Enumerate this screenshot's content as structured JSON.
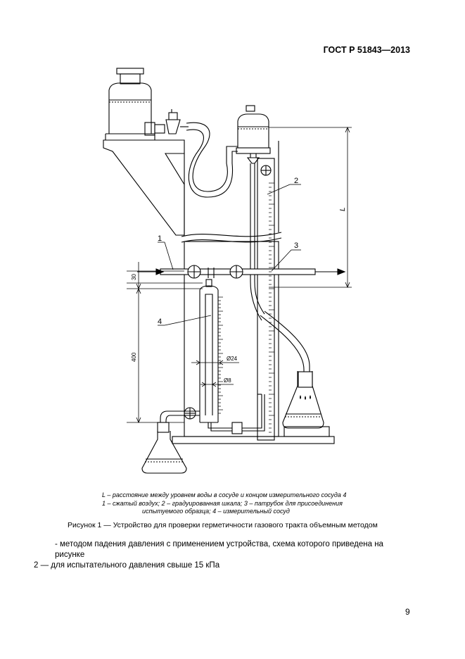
{
  "header": {
    "standard": "ГОСТ Р 51843—2013"
  },
  "figure": {
    "labels": {
      "n1": "1",
      "n2": "2",
      "n3": "3",
      "n4": "4",
      "L": "L"
    },
    "dims": {
      "d30": "30",
      "d400": "400",
      "d24": "Ø24",
      "d8": "Ø8"
    }
  },
  "legend": {
    "line1": "L – расстояние между уровнем воды в сосуде и концом измерительного сосуда 4",
    "line2": "1 – сжатый воздух;  2 – градуированная шкала; 3 – патрубок для присоединения",
    "line3": "испытуемого образца; 4 – измерительный сосуд"
  },
  "caption": "Рисунок 1 — Устройство для проверки герметичности газового тракта объемным методом",
  "paragraph": {
    "line1": "- методом падения давления с применением устройства, схема которого приведена на рисунке",
    "line2": "2 — для испытательного давления свыше 15 кПа"
  },
  "page_number": "9"
}
